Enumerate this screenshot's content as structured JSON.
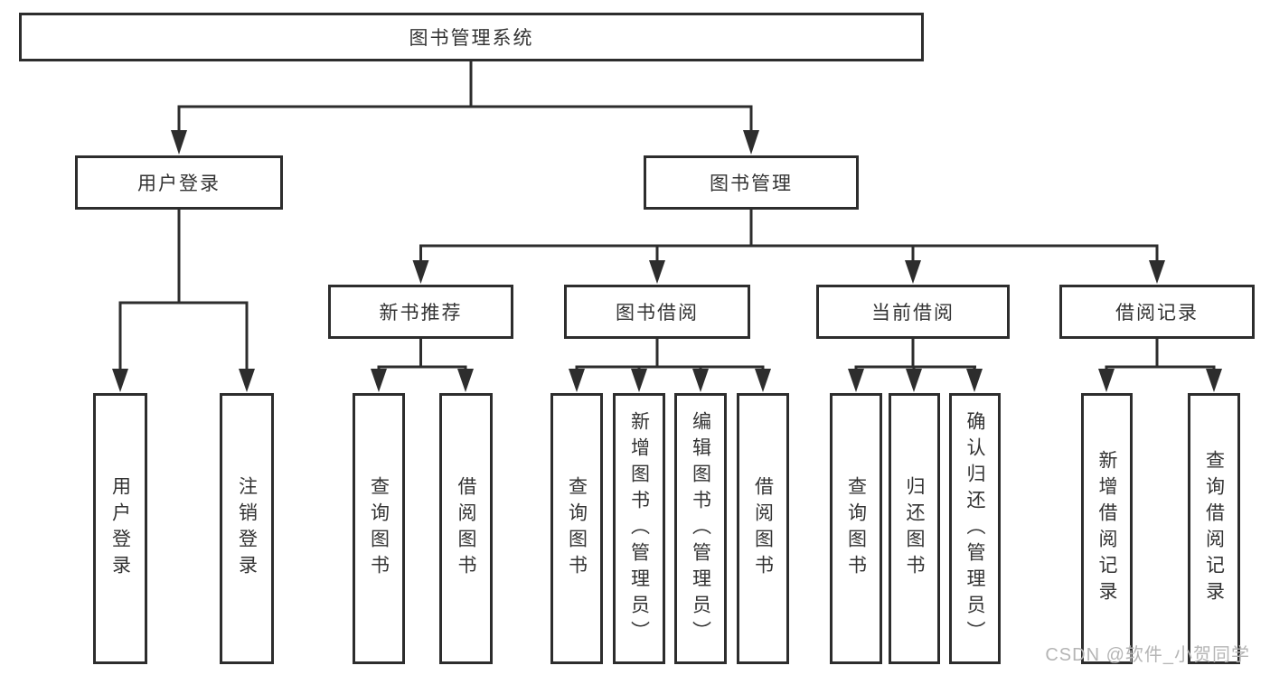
{
  "diagram": {
    "root": "图书管理系统",
    "branches": [
      {
        "label": "用户登录",
        "leaves": [
          "用户登录",
          "注销登录"
        ]
      },
      {
        "label": "图书管理",
        "sections": [
          {
            "label": "新书推荐",
            "leaves": [
              "查询图书",
              "借阅图书"
            ]
          },
          {
            "label": "图书借阅",
            "leaves": [
              "查询图书",
              "新增图书（管理员）",
              "编辑图书（管理员）",
              "借阅图书"
            ]
          },
          {
            "label": "当前借阅",
            "leaves": [
              "查询图书",
              "归还图书",
              "确认归还（管理员）"
            ]
          },
          {
            "label": "借阅记录",
            "leaves": [
              "新增借阅记录",
              "查询借阅记录"
            ]
          }
        ]
      }
    ]
  },
  "watermark": "CSDN @软件_小贺同学",
  "colors": {
    "line": "#2d2d2d",
    "box_border": "#2d2d2d",
    "text": "#333333",
    "watermark": "#b5b5b5",
    "background": "#ffffff"
  }
}
